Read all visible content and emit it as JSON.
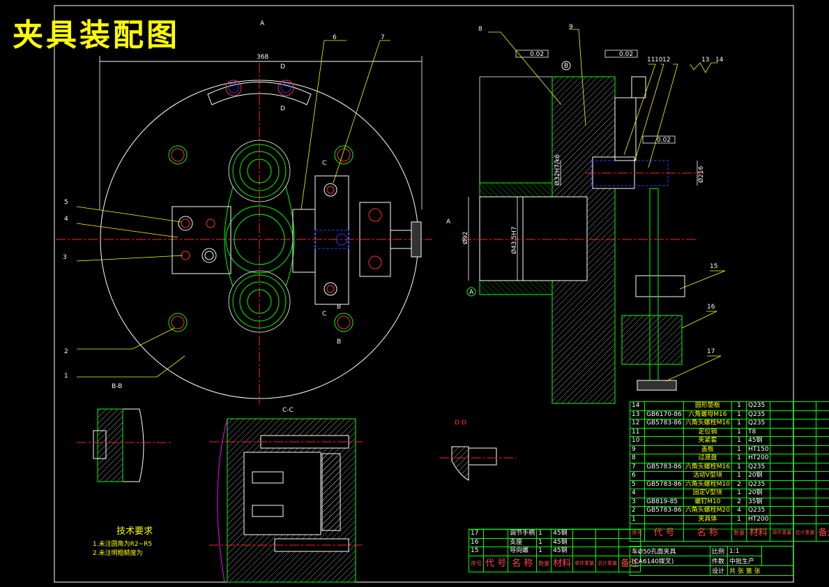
{
  "title": "夹具装配图",
  "section_labels": {
    "a": "A",
    "a2": "A",
    "bb": "B-B",
    "cc": "C-C",
    "dd": "D-D",
    "b1": "B",
    "b2": "B",
    "c1": "C",
    "c2": "C",
    "d1": "D",
    "d2": "D"
  },
  "dimensions": {
    "width_top": "368",
    "d1": "Ø32H7/k6",
    "d2": "Ø216",
    "d3": "Ø92",
    "d4": "Ø43.5H7"
  },
  "tolerance_frames": [
    "0.02",
    "0.02",
    "0.02"
  ],
  "datum_labels": [
    "B",
    "A"
  ],
  "callouts": [
    "1",
    "2",
    "3",
    "4",
    "5",
    "6",
    "7",
    "8",
    "9",
    "10",
    "11",
    "12",
    "13",
    "14",
    "15",
    "16",
    "17"
  ],
  "tech_requirements": {
    "heading": "技术要求",
    "items": [
      "1.未注圆角为R2~R5",
      "2.未注明粗糙度为"
    ]
  },
  "bom_rows": [
    {
      "no": "14",
      "code": "",
      "name": "圆形垫板",
      "qty": "1",
      "mat": "Q235"
    },
    {
      "no": "13",
      "code": "GB6170-86",
      "name": "六角螺母M16",
      "qty": "1",
      "mat": "Q235"
    },
    {
      "no": "12",
      "code": "GB5783-86",
      "name": "六角头螺栓M16",
      "qty": "1",
      "mat": "Q235"
    },
    {
      "no": "11",
      "code": "",
      "name": "定位销",
      "qty": "1",
      "mat": "T8"
    },
    {
      "no": "10",
      "code": "",
      "name": "夹紧套",
      "qty": "1",
      "mat": "45钢"
    },
    {
      "no": "9",
      "code": "",
      "name": "盖板",
      "qty": "1",
      "mat": "HT150"
    },
    {
      "no": "8",
      "code": "",
      "name": "过渡盘",
      "qty": "1",
      "mat": "HT200"
    },
    {
      "no": "7",
      "code": "GB5783-86",
      "name": "六角头螺栓M16",
      "qty": "1",
      "mat": "Q235"
    },
    {
      "no": "6",
      "code": "",
      "name": "活动V型块",
      "qty": "1",
      "mat": "20钢"
    },
    {
      "no": "5",
      "code": "GB5783-86",
      "name": "六角头螺栓M10",
      "qty": "2",
      "mat": "Q235"
    },
    {
      "no": "4",
      "code": "",
      "name": "固定V型块",
      "qty": "1",
      "mat": "20钢"
    },
    {
      "no": "3",
      "code": "GB819-85",
      "name": "螺钉M10",
      "qty": "2",
      "mat": "35钢"
    },
    {
      "no": "2",
      "code": "GB5783-86",
      "name": "六角头螺栓M20",
      "qty": "4",
      "mat": "Q235"
    },
    {
      "no": "1",
      "code": "",
      "name": "夹具体",
      "qty": "1",
      "mat": "HT200"
    }
  ],
  "bom_header": {
    "no": "序号",
    "code": "代 号",
    "name": "名 称",
    "qty": "数量",
    "mat": "材料",
    "w1": "单件重量",
    "w2": "总计重量",
    "rem": "备注"
  },
  "bom2_rows": [
    {
      "no": "17",
      "code": "",
      "name": "调节手柄",
      "qty": "1",
      "mat": "45钢"
    },
    {
      "no": "16",
      "code": "",
      "name": "支座",
      "qty": "1",
      "mat": "45钢"
    },
    {
      "no": "15",
      "code": "",
      "name": "导向螺",
      "qty": "1",
      "mat": "45钢"
    }
  ],
  "title_block": {
    "name_line1": "车Ø50孔面夹具",
    "name_line2": "(CA6140拨叉)",
    "scale_label": "比例",
    "scale": "1:1",
    "qty_label": "件数",
    "qty": "中批生产",
    "design_label": "设计",
    "sheet": "共  张 第  张"
  }
}
